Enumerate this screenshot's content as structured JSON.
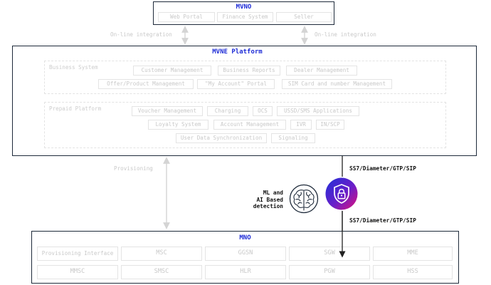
{
  "mvno": {
    "title": "MVNO",
    "items": [
      "Web Portal",
      "Finance System",
      "Seller"
    ]
  },
  "online_integration_left": "On-line integration",
  "online_integration_right": "On-line integration",
  "mvne": {
    "title": "MVNE Platform",
    "business_system": {
      "label": "Business System",
      "row1": [
        "Customer Management",
        "Business Reports",
        "Dealer Management"
      ],
      "row2": [
        "Offer/Product Management",
        "\"My Account\" Portal",
        "SIM Card and number Management"
      ]
    },
    "prepaid_platform": {
      "label": "Prepaid Platform",
      "row1": [
        "Voucher Management",
        "Charging",
        "OCS",
        "USSD/SMS Applications"
      ],
      "row2": [
        "Loyalty System",
        "Account Management",
        "IVR",
        "IN/SCP"
      ],
      "row3": [
        "User Data Synchronization",
        "Signaling"
      ]
    }
  },
  "provisioning": "Provisioning",
  "protocol_top": "SS7/Diameter/GTP/SIP",
  "protocol_bottom": "SS7/Diameter/GTP/SIP",
  "ml_detection": {
    "line1": "ML and",
    "line2": "AI Based",
    "line3": "detection"
  },
  "mno": {
    "title": "MNO",
    "row1": [
      "Provisioning Interface",
      "MSC",
      "GGSN",
      "SGW",
      "MME"
    ],
    "row2": [
      "MMSC",
      "SMSC",
      "HLR",
      "PGW",
      "HSS"
    ]
  },
  "colors": {
    "title_blue": "#1d2bd6",
    "frame": "#1e2a3a",
    "faded": "#c9c9c9",
    "shield_gradient_start": "#1f2fd8",
    "shield_gradient_end": "#e0107a"
  },
  "icons": {
    "shield": "shield-lock-icon",
    "brain": "brain-icon"
  }
}
